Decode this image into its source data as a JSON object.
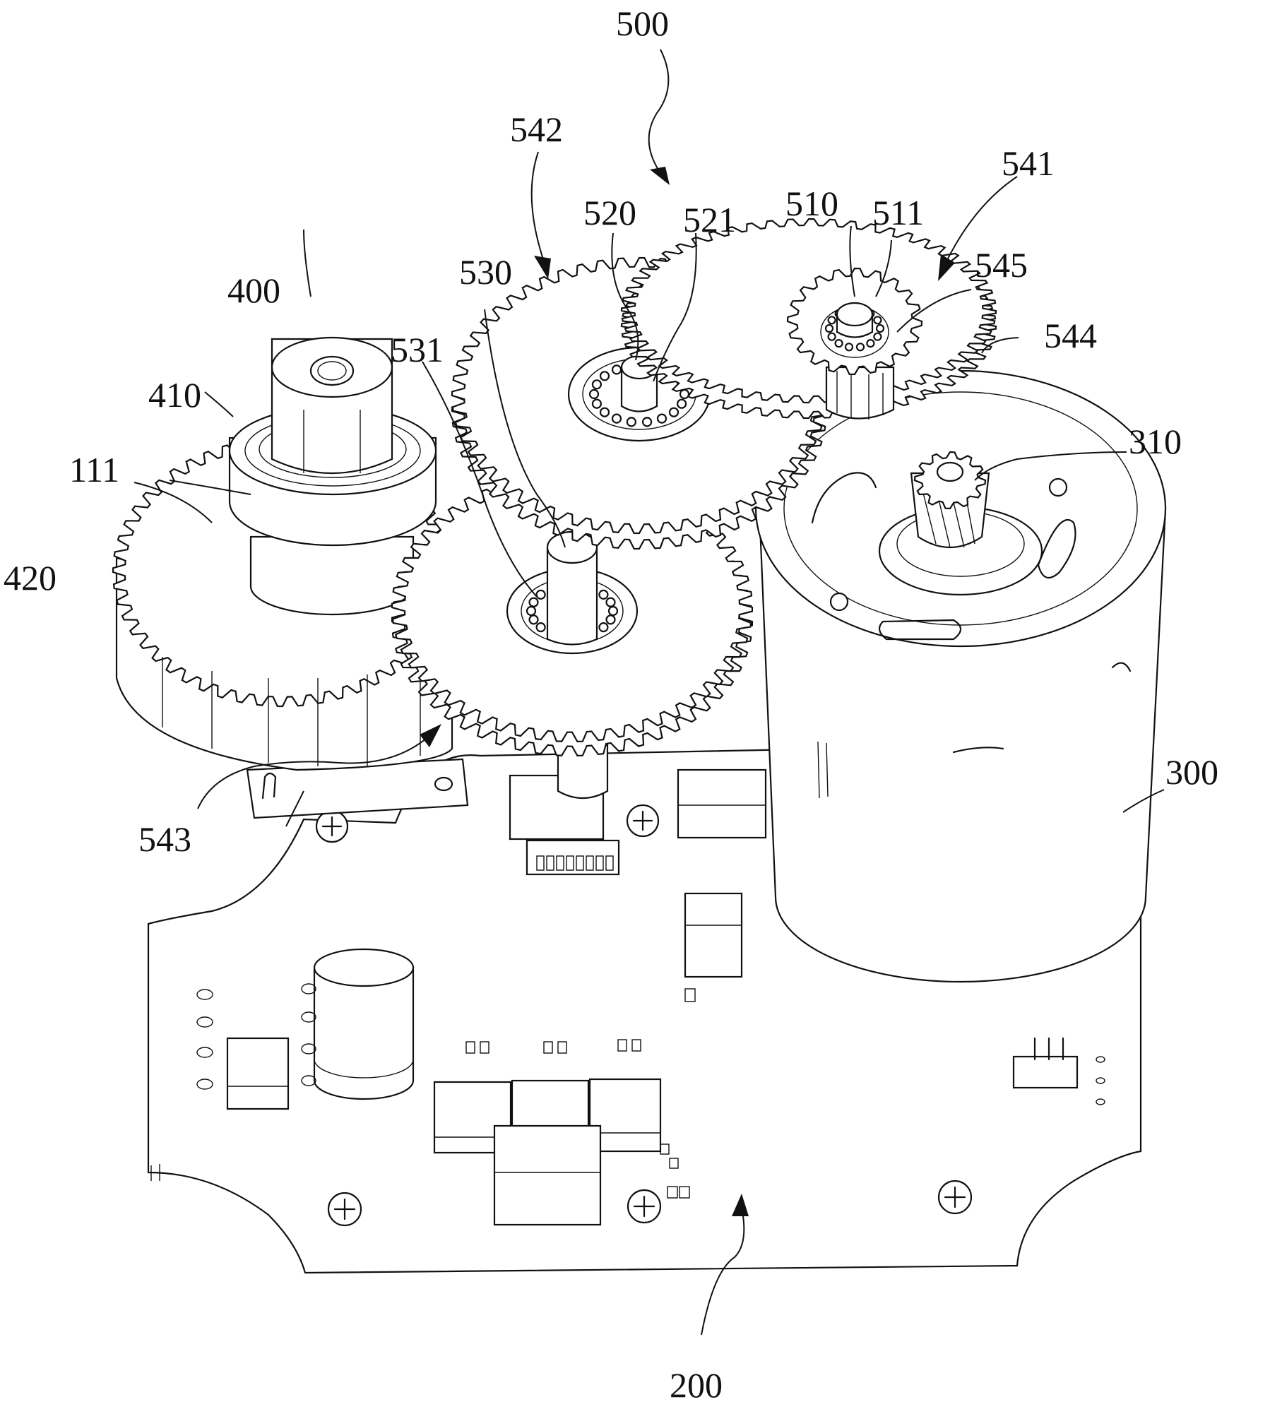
{
  "labels": {
    "l500": "500",
    "l542": "542",
    "l541": "541",
    "l520": "520",
    "l521": "521",
    "l510": "510",
    "l511": "511",
    "l545": "545",
    "l530": "530",
    "l544": "544",
    "l400": "400",
    "l531": "531",
    "l410": "410",
    "l310": "310",
    "l111": "111",
    "l420": "420",
    "l300": "300",
    "l543": "543",
    "l200": "200"
  }
}
